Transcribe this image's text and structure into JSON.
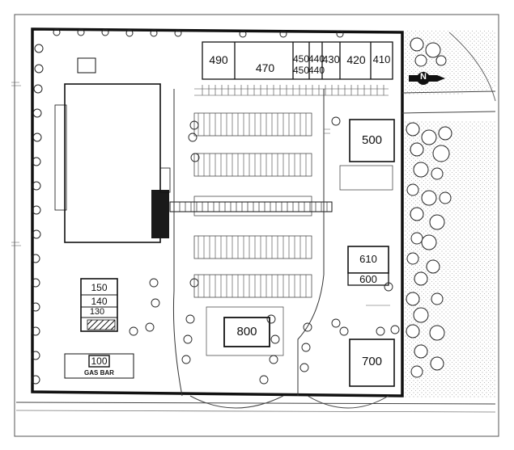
{
  "site_plan": {
    "north_label": "N",
    "gas_bar_label": "GAS BAR",
    "units": {
      "u490": "490",
      "u470": "470",
      "u450": "450",
      "u440": "440",
      "u430": "430",
      "u420": "420",
      "u410": "410",
      "u500": "500",
      "u610": "610",
      "u600": "600",
      "u800": "800",
      "u700": "700",
      "u150": "150",
      "u140": "140",
      "u130": "130",
      "u100": "100"
    }
  },
  "colors": {
    "ink": "#111111",
    "paper": "#ffffff",
    "landscape_dots": "#8a8a8a"
  }
}
